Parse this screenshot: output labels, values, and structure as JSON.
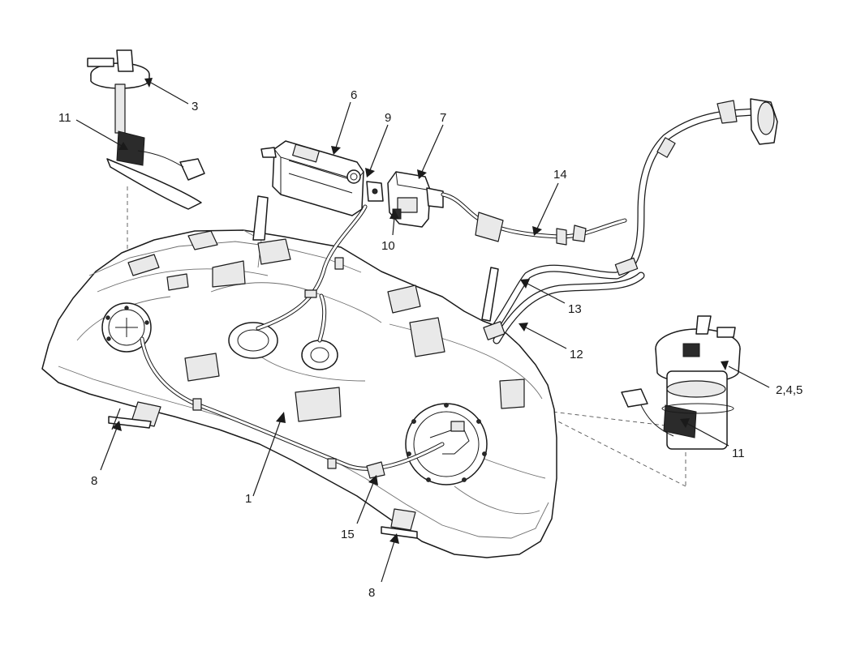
{
  "callouts": {
    "c1": "1",
    "c245": "2,4,5",
    "c3": "3",
    "c6": "6",
    "c7": "7",
    "c8a": "8",
    "c8b": "8",
    "c9": "9",
    "c10": "10",
    "c11a": "11",
    "c11b": "11",
    "c12": "12",
    "c13": "13",
    "c14": "14",
    "c15": "15"
  }
}
